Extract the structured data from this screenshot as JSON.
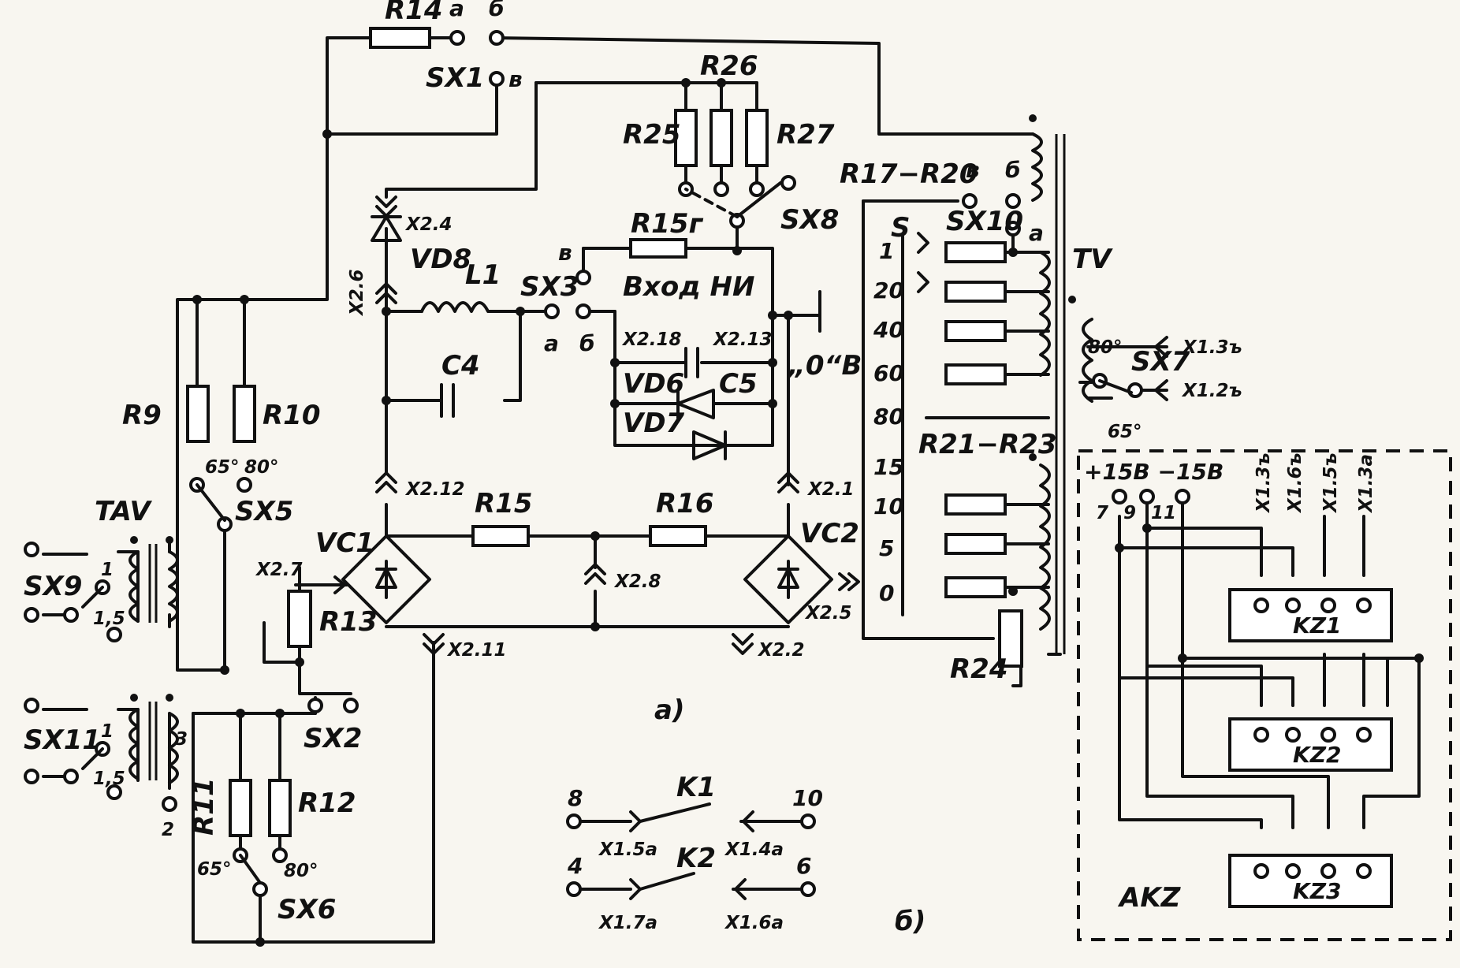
{
  "diagram": {
    "part_labels": {
      "a": "а)",
      "b": "б)"
    },
    "resistors": {
      "r9": "R9",
      "r10": "R10",
      "r11": "R11",
      "r12": "R12",
      "r13": "R13",
      "r14": "R14",
      "r15": "R15",
      "r15g": "R15ᴦ",
      "r16": "R16",
      "r24": "R24",
      "r25": "R25",
      "r26": "R26",
      "r27": "R27",
      "r17_r20": "R17−R20",
      "r21_r23": "R21−R23"
    },
    "components": {
      "c4": "C4",
      "c5": "C5",
      "l1": "L1",
      "vd6": "VD6",
      "vd7": "VD7",
      "vd8": "VD8",
      "vc1": "VC1",
      "vc2": "VC2",
      "tav": "TAV",
      "tv": "TV",
      "akz": "AKZ",
      "kz1": "KZ1",
      "kz2": "KZ2",
      "kz3": "KZ3",
      "k1": "K1",
      "k2": "K2"
    },
    "switches": {
      "sx1": "SX1",
      "sx2": "SX2",
      "sx3": "SX3",
      "sx5": "SX5",
      "sx6": "SX6",
      "sx7": "SX7",
      "sx8": "SX8",
      "sx9": "SX9",
      "sx10": "SX10",
      "sx11": "SX11"
    },
    "connectors": {
      "x2_1": "X2.1",
      "x2_2": "X2.2",
      "x2_4": "X2.4",
      "x2_5": "X2.5",
      "x2_6": "X2.6",
      "x2_7": "X2.7",
      "x2_8": "X2.8",
      "x2_11": "X2.11",
      "x2_12": "X2.12",
      "x2_13": "X2.13",
      "x2_18": "X2.18",
      "x1_3b": "X1.3ъ",
      "x1_2b": "X1.2ъ",
      "x1_5a": "X1.5a",
      "x1_4a": "X1.4a",
      "x1_7a": "X1.7a",
      "x1_6a": "X1.6a",
      "akz_x13b": "X1.3ъ",
      "akz_x16b": "X1.6ъ",
      "akz_x15b": "X1.5ъ",
      "akz_x13a": "X1.3a"
    },
    "texts": {
      "input_ni": "Вход НИ",
      "zero_v": "„0“В",
      "power": "+15В −15В",
      "s_header": "S",
      "angle_65": "65°",
      "angle_80": "80°",
      "ratio_1": "1",
      "ratio_1_5": "1,5",
      "tap_3": "3",
      "tap_2": "2",
      "pin_7": "7",
      "pin_9": "9",
      "pin_11": "11",
      "pin_8": "8",
      "pin_10": "10",
      "pin_4": "4",
      "pin_6": "6",
      "pos_a": "a",
      "pos_b": "б",
      "pos_v": "в",
      "tap_values": [
        "1",
        "20",
        "40",
        "60",
        "80",
        "15",
        "10",
        "5",
        "0"
      ]
    }
  }
}
